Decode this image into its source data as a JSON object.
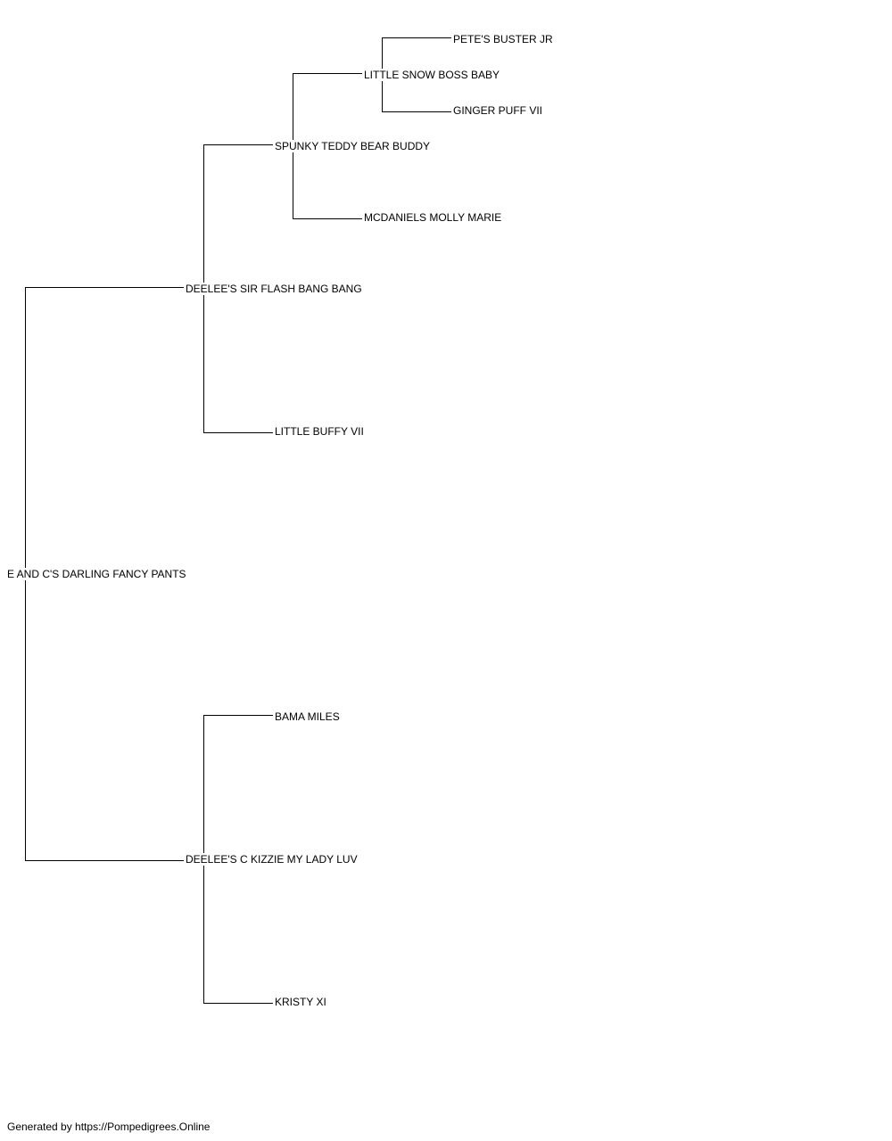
{
  "pedigree": {
    "subject": "E AND C'S DARLING FANCY PANTS",
    "sire": "DEELEE'S SIR FLASH BANG BANG",
    "dam": "DEELEE'S C KIZZIE MY LADY LUV",
    "sire_sire": "SPUNKY TEDDY BEAR BUDDY",
    "sire_dam": "LITTLE BUFFY VII",
    "dam_sire": "BAMA MILES",
    "dam_dam": "KRISTY XI",
    "sire_sire_sire": "LITTLE SNOW BOSS BABY",
    "sire_sire_dam": "MCDANIELS MOLLY MARIE",
    "sire_sire_sire_sire": "PETE'S BUSTER JR",
    "sire_sire_sire_dam": "GINGER PUFF VII"
  },
  "footer": {
    "text": "Generated by https://Pompedigrees.Online"
  }
}
